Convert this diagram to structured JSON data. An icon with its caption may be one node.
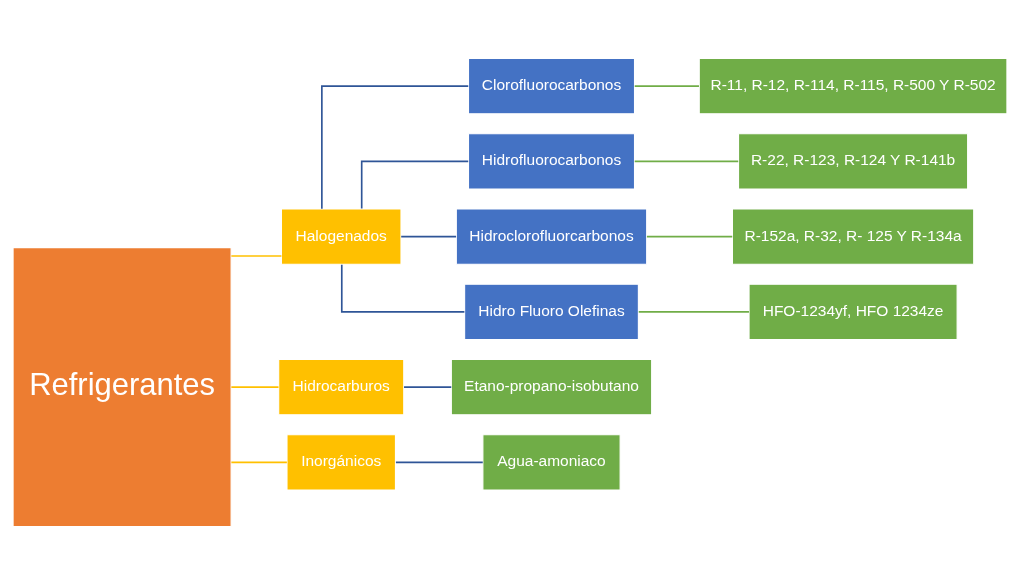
{
  "diagram": {
    "nodes": [
      {
        "text": [
          "Refrigerantes"
        ]
      },
      {
        "text": [
          "Halogenados"
        ]
      },
      {
        "text": [
          "Hidrocarburos"
        ]
      },
      {
        "text": [
          "Inorgánicos"
        ]
      },
      {
        "text": [
          "Clorofluorocarbonos"
        ]
      },
      {
        "text": [
          "Hidrofluorocarbonos"
        ]
      },
      {
        "text": [
          "Hidroclorofluorcarbonos"
        ]
      },
      {
        "text": [
          "Hidro Fluoro Olefinas"
        ]
      },
      {
        "text": [
          "R-11, R-12, R-114, R-115, R-500 Y R-502"
        ]
      },
      {
        "text": [
          "R-22, R-123, R-124 Y R-141b"
        ]
      },
      {
        "text": [
          "R-152a, R-32, R- 125 Y R-134a"
        ]
      },
      {
        "text": [
          "HFO-1234yf, HFO 1234ze"
        ]
      },
      {
        "text": [
          "Etano-propano-isobutano"
        ]
      },
      {
        "text": [
          "Agua-amoniaco"
        ]
      }
    ],
    "edges": [
      {
        "from": 0,
        "to": 1,
        "arrow": "none",
        "color": "#ffc000"
      },
      {
        "from": 0,
        "to": 2,
        "arrow": "none",
        "color": "#ffc000"
      },
      {
        "from": 0,
        "to": 3,
        "arrow": "none",
        "color": "#ffc000"
      },
      {
        "from": 1,
        "to": 4,
        "arrow": "none"
      },
      {
        "from": 1,
        "to": 5,
        "arrow": "none"
      },
      {
        "from": 1,
        "to": 6,
        "arrow": "none"
      },
      {
        "from": 1,
        "to": 7,
        "arrow": "none"
      },
      {
        "from": 4,
        "to": 8,
        "arrow": "none",
        "color": "#70ad47"
      },
      {
        "from": 5,
        "to": 9,
        "arrow": "none",
        "color": "#70ad47"
      },
      {
        "from": 6,
        "to": 10,
        "arrow": "none",
        "color": "#70ad47"
      },
      {
        "from": 7,
        "to": 11,
        "arrow": "none",
        "color": "#70ad47"
      },
      {
        "from": 2,
        "to": 12,
        "arrow": "none"
      },
      {
        "from": 3,
        "to": 13,
        "arrow": "none"
      }
    ]
  }
}
